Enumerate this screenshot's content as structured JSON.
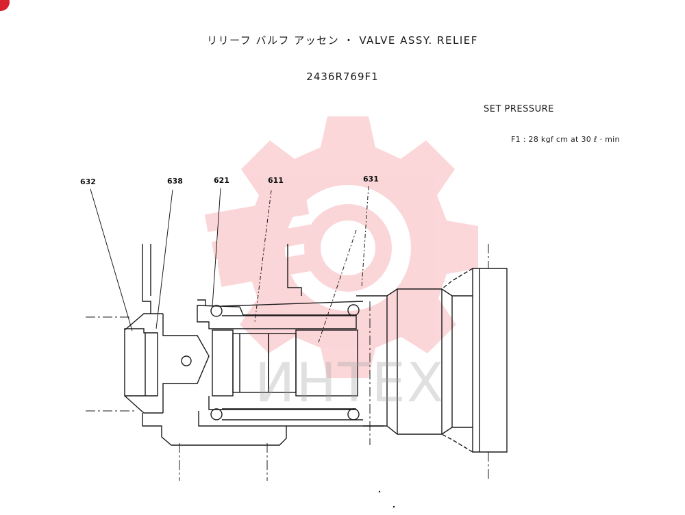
{
  "header": {
    "title": "リリーフ バルフ アッセン ・ VALVE ASSY. RELIEF",
    "part_number": "2436R769F1"
  },
  "spec": {
    "heading": "SET PRESSURE",
    "f1_line": "F1 : 28 kgf cm  at 30 ℓ · min"
  },
  "callouts": {
    "c632": "632",
    "c638": "638",
    "c621": "621",
    "c611": "611",
    "c631": "631"
  },
  "watermark": {
    "text": "ИНТЕХ",
    "color": "#f7b0b5"
  },
  "colors": {
    "line": "#1a1a1a",
    "badge": "#d8222e"
  }
}
